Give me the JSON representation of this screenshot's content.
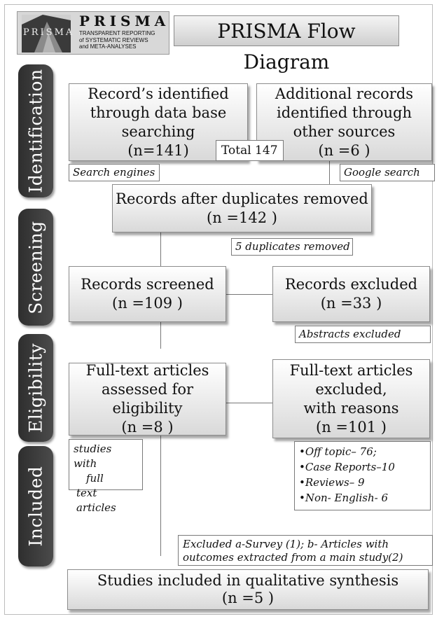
{
  "header": {
    "logo_brand": "PRISMA",
    "logo_mark_text": "PRISMA",
    "logo_tagline": [
      "TRANSPARENT REPORTING",
      "of SYSTEMATIC REVIEWS",
      "and META-ANALYSES"
    ],
    "title": "PRISMA Flow Diagram"
  },
  "stages": {
    "identification": "Identification",
    "screening": "Screening",
    "eligibility": "Eligibility",
    "included": "Included"
  },
  "identification": {
    "database_box": [
      "Record’s identified",
      "through data base",
      "searching",
      "(n=141)"
    ],
    "other_box": [
      "Additional records",
      "identified through",
      "other sources",
      "(n =6 )"
    ],
    "total_label": "Total 147",
    "search_engines_note": "Search engines",
    "google_note": "Google search"
  },
  "screening": {
    "dedup_box": [
      "Records after duplicates removed",
      "(n =142 )"
    ],
    "duplicates_note": "5 duplicates removed",
    "screened_box": [
      "Records screened",
      "(n =109 )"
    ],
    "excluded_box": [
      "Records excluded",
      "(n =33 )"
    ],
    "abstracts_note": "Abstracts excluded"
  },
  "eligibility": {
    "assessed_box": [
      "Full-text articles",
      "assessed for eligibility",
      "(n =8 )"
    ],
    "excluded_box": [
      "Full-text articles",
      "excluded,",
      "with reasons",
      "(n =101 )"
    ],
    "fulltext_note": [
      "studies with",
      "full",
      "text articles"
    ],
    "reasons": [
      "•Off topic– 76;",
      "•Case Reports–10",
      "•Reviews– 9",
      "•Non- English- 6"
    ]
  },
  "included": {
    "excluded_note": [
      "Excluded a-Survey (1); b- Articles with",
      "outcomes extracted from a main study(2)"
    ],
    "final_box": [
      "Studies included in  qualitative synthesis",
      "(n =5 )"
    ]
  }
}
